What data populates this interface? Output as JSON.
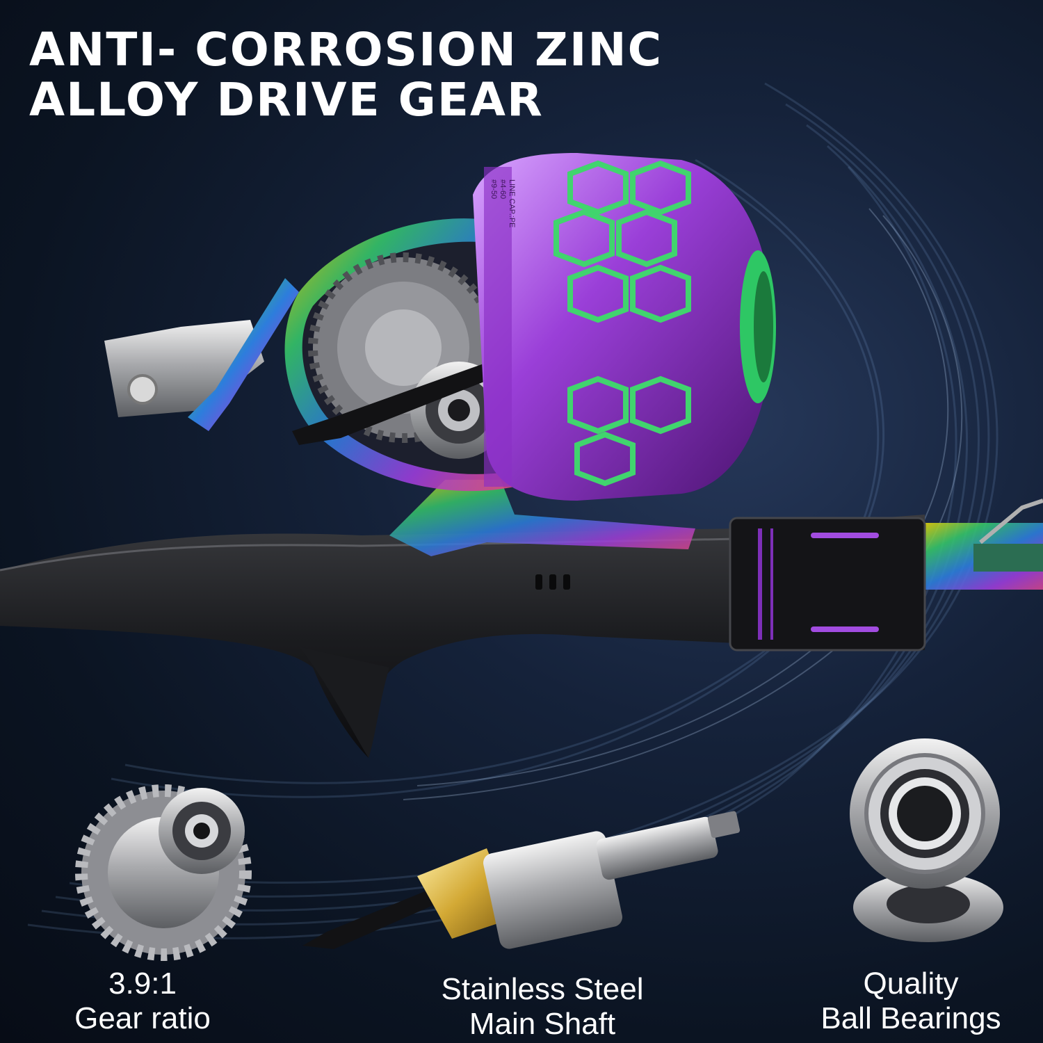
{
  "headline": {
    "line1": "ANTI- CORROSION ZINC",
    "line2": "ALLOY DRIVE GEAR"
  },
  "reel": {
    "spool_marking": {
      "line1": "LINE CAP.:PE",
      "line2": "#4-60",
      "line3": "#9-50"
    }
  },
  "features": [
    {
      "line1": "3.9:1",
      "line2": "Gear ratio"
    },
    {
      "line1": "Stainless Steel",
      "line2": "Main Shaft"
    },
    {
      "line1": "Quality",
      "line2": "Ball Bearings"
    }
  ]
}
